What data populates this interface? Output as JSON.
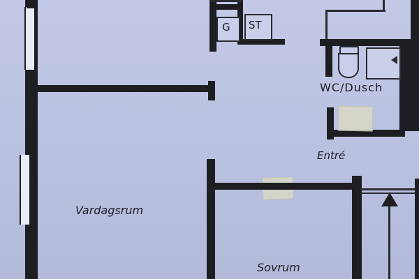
{
  "floorplan": {
    "rooms": {
      "living": "Vardagsrum",
      "bedroom": "Sovrum",
      "bathroom": "WC/Dusch",
      "entrance": "Entré"
    },
    "fixtures": {
      "g": "G",
      "st": "ST"
    }
  }
}
